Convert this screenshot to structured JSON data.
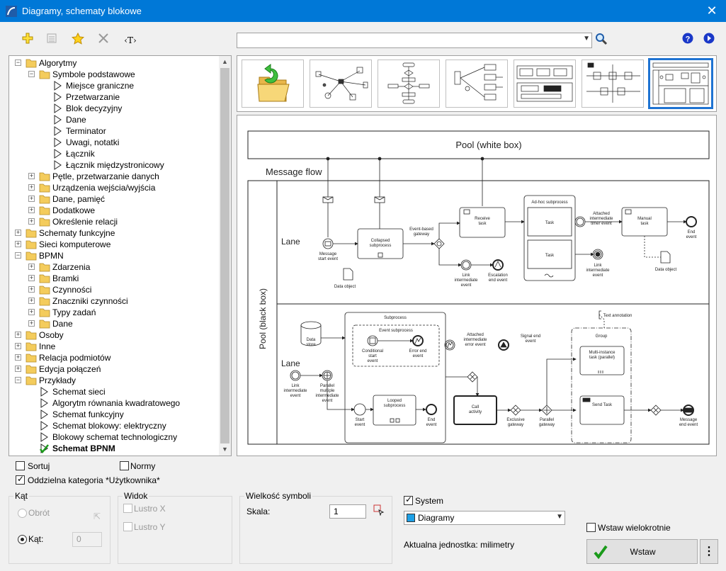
{
  "window": {
    "title": "Diagramy, schematy blokowe",
    "close_glyph": "✕"
  },
  "toolbar": {
    "text_tool_label": "‹T›",
    "search_value": ""
  },
  "tree": [
    {
      "label": "Algorytmy",
      "level": 0,
      "type": "folder",
      "expanded": true
    },
    {
      "label": "Symbole podstawowe",
      "level": 1,
      "type": "folder",
      "expanded": true
    },
    {
      "label": "Miejsce graniczne",
      "level": 2,
      "type": "item"
    },
    {
      "label": "Przetwarzanie",
      "level": 2,
      "type": "item"
    },
    {
      "label": "Blok decyzyjny",
      "level": 2,
      "type": "item"
    },
    {
      "label": "Dane",
      "level": 2,
      "type": "item"
    },
    {
      "label": "Terminator",
      "level": 2,
      "type": "item"
    },
    {
      "label": "Uwagi, notatki",
      "level": 2,
      "type": "item"
    },
    {
      "label": "Łącznik",
      "level": 2,
      "type": "item"
    },
    {
      "label": "Łącznik międzystronicowy",
      "level": 2,
      "type": "item"
    },
    {
      "label": "Pętle, przetwarzanie danych",
      "level": 1,
      "type": "folder",
      "expanded": false
    },
    {
      "label": "Urządzenia wejścia/wyjścia",
      "level": 1,
      "type": "folder",
      "expanded": false
    },
    {
      "label": "Dane, pamięć",
      "level": 1,
      "type": "folder",
      "expanded": false
    },
    {
      "label": "Dodatkowe",
      "level": 1,
      "type": "folder",
      "expanded": false
    },
    {
      "label": "Określenie relacji",
      "level": 1,
      "type": "folder",
      "expanded": false
    },
    {
      "label": "Schematy funkcyjne",
      "level": 0,
      "type": "folder",
      "expanded": false
    },
    {
      "label": "Sieci komputerowe",
      "level": 0,
      "type": "folder",
      "expanded": false
    },
    {
      "label": "BPMN",
      "level": 0,
      "type": "folder",
      "expanded": true
    },
    {
      "label": "Zdarzenia",
      "level": 1,
      "type": "folder",
      "expanded": false
    },
    {
      "label": "Bramki",
      "level": 1,
      "type": "folder",
      "expanded": false
    },
    {
      "label": "Czynności",
      "level": 1,
      "type": "folder",
      "expanded": false
    },
    {
      "label": "Znaczniki czynności",
      "level": 1,
      "type": "folder",
      "expanded": false
    },
    {
      "label": "Typy zadań",
      "level": 1,
      "type": "folder",
      "expanded": false
    },
    {
      "label": "Dane",
      "level": 1,
      "type": "folder",
      "expanded": false
    },
    {
      "label": "Osoby",
      "level": 0,
      "type": "folder",
      "expanded": false
    },
    {
      "label": "Inne",
      "level": 0,
      "type": "folder",
      "expanded": false
    },
    {
      "label": "Relacja podmiotów",
      "level": 0,
      "type": "folder",
      "expanded": false
    },
    {
      "label": "Edycja połączeń",
      "level": 0,
      "type": "folder",
      "expanded": false
    },
    {
      "label": "Przykłady",
      "level": 0,
      "type": "folder",
      "expanded": true
    },
    {
      "label": "Schemat sieci",
      "level": 1,
      "type": "item"
    },
    {
      "label": "Algorytm równania kwadratowego",
      "level": 1,
      "type": "item"
    },
    {
      "label": "Schemat funkcyjny",
      "level": 1,
      "type": "item"
    },
    {
      "label": "Schemat blokowy: elektryczny",
      "level": 1,
      "type": "item"
    },
    {
      "label": "Blokowy schemat technologiczny",
      "level": 1,
      "type": "item"
    },
    {
      "label": "Schemat BPNM",
      "level": 1,
      "type": "item",
      "selected": true
    }
  ],
  "diagram": {
    "pool_top": "Pool (white box)",
    "message_flow": "Message flow",
    "pool_left": "Pool (black box)",
    "lane": "Lane",
    "n_msg_start": [
      "Message",
      "start event"
    ],
    "n_collapsed": [
      "Collapsed",
      "subprocess"
    ],
    "n_event_gw": [
      "Event-based",
      "gateway"
    ],
    "n_receive": [
      "Receive",
      "task"
    ],
    "n_adhoc": "Ad-hoc subprocess",
    "n_task": "Task",
    "n_attached1": [
      "Attached",
      "intermediate",
      "timer event"
    ],
    "n_manual": [
      "Manual",
      "task"
    ],
    "n_end": [
      "End",
      "event"
    ],
    "n_link1": [
      "Link",
      "intermediate",
      "event"
    ],
    "n_escal": [
      "Escalation",
      "end event"
    ],
    "n_link2": [
      "Link",
      "intermediate",
      "event"
    ],
    "n_dataobj": "Data object",
    "n_dataobj2": "Data object",
    "n_textann": "Text annotation",
    "n_subprocess": "Subprocess",
    "n_evsub": "Event subprocess",
    "n_datastore": [
      "Data",
      "store"
    ],
    "n_cond": [
      "Conditional",
      "start",
      "event"
    ],
    "n_errend": [
      "Error end",
      "event"
    ],
    "n_attached2": [
      "Attached",
      "intermediate",
      "error event"
    ],
    "n_signal": [
      "Signal end",
      "event"
    ],
    "n_group": "Group",
    "n_multi": [
      "Multi-instance",
      "task (parallel)"
    ],
    "n_link3": [
      "Link",
      "intermediate",
      "event"
    ],
    "n_parallel_multi": [
      "Parallel",
      "multiple",
      "intermediate",
      "event"
    ],
    "n_looped": [
      "Looped",
      "subprocess"
    ],
    "n_start": [
      "Start",
      "event"
    ],
    "n_end2": [
      "End",
      "event"
    ],
    "n_call": [
      "Call",
      "activity"
    ],
    "n_exclusive": [
      "Exclusive",
      "gateway"
    ],
    "n_parallel_gw": [
      "Parallel",
      "gateway"
    ],
    "n_send": "Send Task",
    "n_msg_end": [
      "Message",
      "end event"
    ]
  },
  "options": {
    "sortuj": "Sortuj",
    "normy": "Normy",
    "oddzielna": "Oddzielna kategoria *Użytkownika*",
    "sortuj_checked": false,
    "normy_checked": false,
    "oddzielna_checked": true
  },
  "kat": {
    "title": "Kąt",
    "obrot": "Obrót",
    "kat_label": "Kąt:",
    "kat_value": "0"
  },
  "widok": {
    "title": "Widok",
    "lustro_x": "Lustro X",
    "lustro_y": "Lustro Y"
  },
  "wielkosc": {
    "title": "Wielkość symboli",
    "skala_label": "Skala:",
    "skala_value": "1"
  },
  "system": {
    "label": "System",
    "checked": true,
    "dropdown_value": "Diagramy",
    "swatch_color": "#1ea0e6",
    "unit_text": "Aktualna jednostka: milimetry"
  },
  "insert": {
    "multiline_label": "Wstaw wielokrotnie",
    "multiline_checked": false,
    "insert_label": "Wstaw",
    "more_glyph": "⋮"
  },
  "colors": {
    "titlebar": "#0078d7",
    "selection": "#1e73d2",
    "folder": "#f4cc5c"
  }
}
